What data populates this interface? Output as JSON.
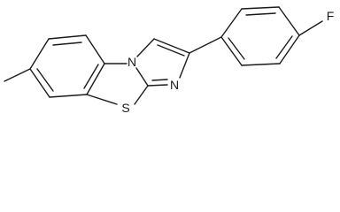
{
  "molecule": {
    "atoms": {
      "S": "S",
      "N_ring": "N",
      "N_bridge": "N",
      "F": "F"
    },
    "colors": {
      "bond": "#1a1a1a",
      "label": "#1a1a1a",
      "background": "#ffffff"
    }
  }
}
